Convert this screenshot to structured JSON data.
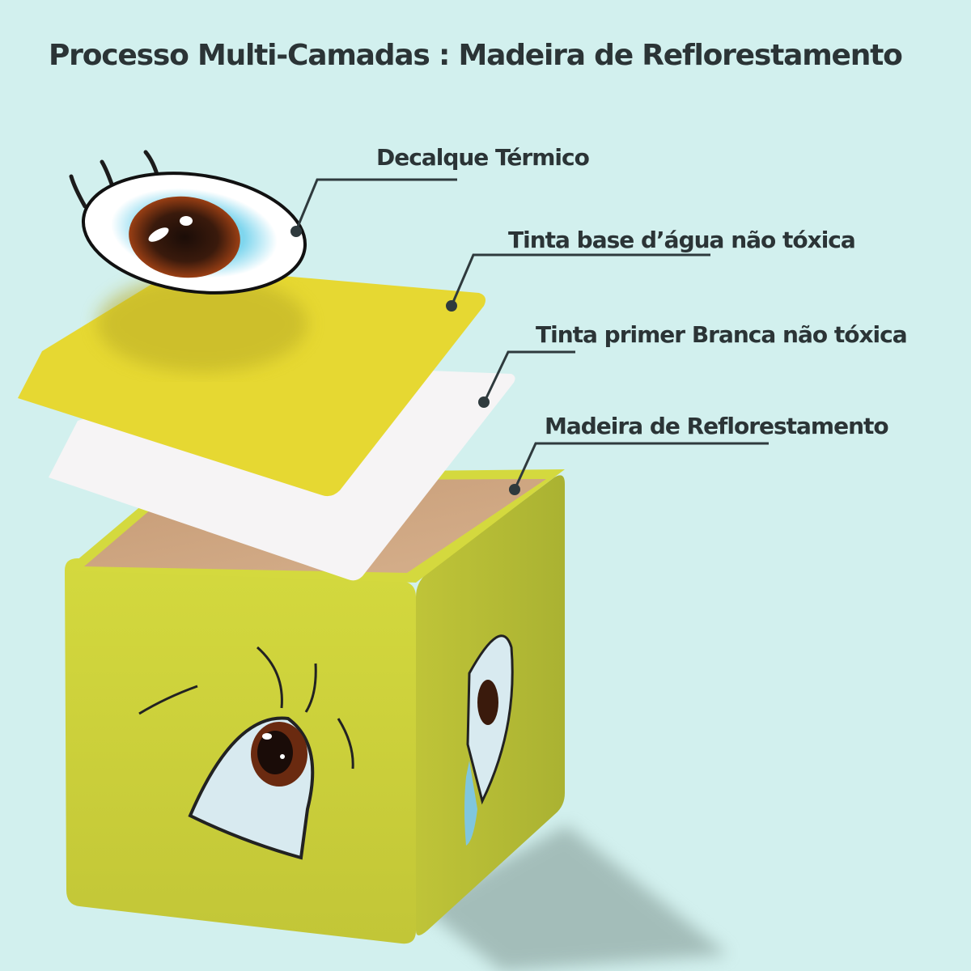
{
  "title": "Processo Multi-Camadas : Madeira de Reflorestamento",
  "layers": [
    {
      "label": "Decalque Térmico"
    },
    {
      "label": "Tinta base d’água não tóxica"
    },
    {
      "label": "Tinta primer Branca não tóxica"
    },
    {
      "label": "Madeira de Reflorestamento"
    }
  ],
  "colors": {
    "background": "#d2f0ee",
    "text": "#2b3436",
    "yellow_layer": "#e6d832",
    "white_layer": "#f6f4f5",
    "wood": "#c9a27e",
    "cube_yellow": "#cfd43c",
    "leader_line": "#2f3a3d"
  }
}
